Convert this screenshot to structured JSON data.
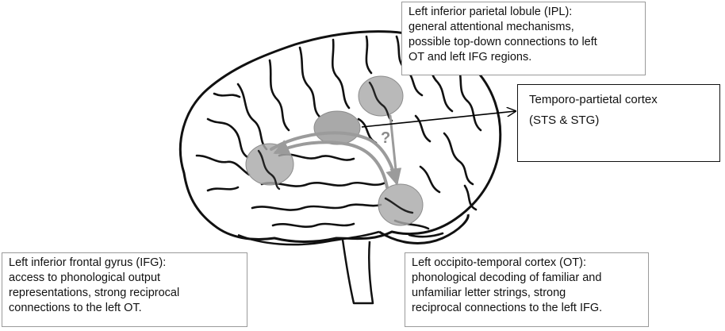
{
  "figure": {
    "question_mark": "?"
  },
  "regions": {
    "ipl": {
      "label": "IPL region",
      "fill": "#a9a9a9"
    },
    "tp": {
      "label": "Temporo-parietal region",
      "fill": "#a9a9a9"
    },
    "ifg": {
      "label": "IFG region",
      "fill": "#a9a9a9"
    },
    "ot": {
      "label": "OT region",
      "fill": "#a9a9a9"
    }
  },
  "callouts": {
    "ipl": "Left inferior parietal lobule (IPL):\ngeneral attentional mechanisms,\npossible top-down connections to left\nOT and left IFG regions.",
    "tp": "Temporo-partietal  cortex\n(STS & STG)",
    "ifg": "Left inferior frontal gyrus (IFG):\naccess to phonological output\nrepresentations, strong reciprocal\nconnections to the left OT.",
    "ot": "Left occipito-temporal cortex (OT):\nphonological decoding of familiar and\nunfamiliar letter strings, strong\nreciprocal connections to the left IFG."
  },
  "colors": {
    "sulci": "#111111",
    "outline": "#111111",
    "connection": "#9b9b9b",
    "pointer": "#000000"
  }
}
